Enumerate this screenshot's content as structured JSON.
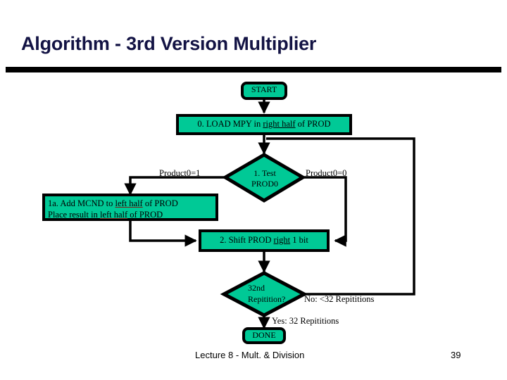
{
  "slide": {
    "title": "Algorithm - 3rd Version Multiplier",
    "title_color": "#131344",
    "background": "#ffffff"
  },
  "theme": {
    "node_fill": "#00c996",
    "node_stroke": "#000000",
    "connector_color": "#000000",
    "underline_accent": "#7a1d12"
  },
  "flowchart": {
    "type": "flowchart",
    "nodes": [
      {
        "id": "start",
        "shape": "rounded-terminator",
        "label": "START"
      },
      {
        "id": "load",
        "shape": "rectangle",
        "label_parts": [
          {
            "text": "0. LOAD MPY in "
          },
          {
            "text": "right half",
            "underline": true
          },
          {
            "text": " of PROD"
          }
        ]
      },
      {
        "id": "test",
        "shape": "diamond",
        "line1": "1. Test",
        "line2": "PROD0"
      },
      {
        "id": "add",
        "shape": "rectangle",
        "line1_parts": [
          {
            "text": "1a. Add MCND to "
          },
          {
            "text": "left half",
            "underline": true,
            "accent": true
          },
          {
            "text": " of PROD"
          }
        ],
        "line2_parts": [
          {
            "text": "Place result in "
          },
          {
            "text": "left half",
            "underline": true,
            "accent": true
          },
          {
            "text": " of PROD"
          }
        ]
      },
      {
        "id": "shift",
        "shape": "rectangle",
        "label_parts": [
          {
            "text": "2. Shift PROD "
          },
          {
            "text": "right",
            "underline": true
          },
          {
            "text": " 1 bit"
          }
        ]
      },
      {
        "id": "repeat",
        "shape": "diamond",
        "line1": "32nd",
        "line2": "Repitition?"
      },
      {
        "id": "done",
        "shape": "rounded-terminator",
        "label": "DONE"
      }
    ],
    "edge_labels": {
      "product0_true": "Product0=1",
      "product0_false": "Product0=0",
      "repeat_no": "No: <32 Repititions",
      "repeat_yes": "Yes: 32 Repititions"
    },
    "edges": [
      {
        "from": "start",
        "to": "load",
        "label": ""
      },
      {
        "from": "load",
        "to": "test",
        "label": ""
      },
      {
        "from": "test",
        "to": "add",
        "label": "Product0=1"
      },
      {
        "from": "test",
        "to": "shift",
        "label": "Product0=0"
      },
      {
        "from": "add",
        "to": "shift",
        "label": ""
      },
      {
        "from": "shift",
        "to": "repeat",
        "label": ""
      },
      {
        "from": "repeat",
        "to": "test",
        "label": "No: <32 Repititions"
      },
      {
        "from": "repeat",
        "to": "done",
        "label": "Yes: 32 Repititions"
      }
    ]
  },
  "footer": {
    "lecture": "Lecture 8 - Mult. & Division",
    "page_number": "39"
  }
}
